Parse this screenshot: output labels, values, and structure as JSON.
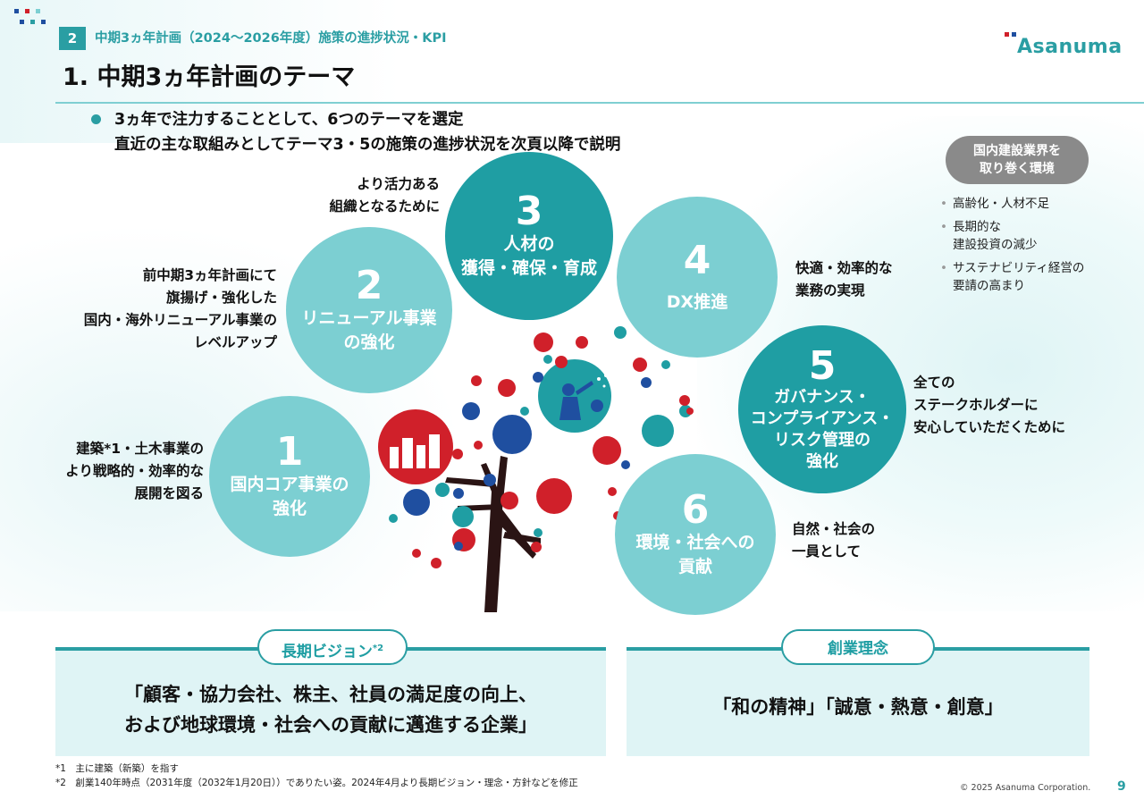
{
  "header": {
    "section_number": "2",
    "section_title": "中期3ヵ年計画（2024～2026年度）施策の進捗状況・KPI",
    "page_title": "1. 中期3ヵ年計画のテーマ",
    "logo_text": "Asanuma"
  },
  "intro": {
    "line1": "3ヵ年で注力することとして、6つのテーマを選定",
    "line2": "直近の主な取組みとしてテーマ3・5の施策の進捗状況を次頁以降で説明"
  },
  "environment": {
    "badge_line1": "国内建設業界を",
    "badge_line2": "取り巻く環境",
    "items": [
      {
        "bullet": "•",
        "line1": "高齢化・人材不足",
        "line2": ""
      },
      {
        "bullet": "•",
        "line1": "長期的な",
        "line2": "建設投資の減少"
      },
      {
        "bullet": "•",
        "line1": "サステナビリティ経営の",
        "line2": "要請の高まり"
      }
    ]
  },
  "themes": [
    {
      "number": "1",
      "line1": "国内コア事業の",
      "line2": "強化",
      "line3": "",
      "note": [
        "建築*1・土木事業の",
        "より戦略的・効率的な",
        "展開を図る"
      ]
    },
    {
      "number": "2",
      "line1": "リニューアル事業",
      "line2": "の強化",
      "line3": "",
      "note": [
        "前中期3ヵ年計画にて",
        "旗揚げ・強化した",
        "国内・海外リニューアル事業の",
        "レベルアップ"
      ]
    },
    {
      "number": "3",
      "line1": "人材の",
      "line2": "獲得・確保・育成",
      "line3": "",
      "note": [
        "より活力ある",
        "組織となるために"
      ]
    },
    {
      "number": "4",
      "line1": "DX推進",
      "line2": "",
      "line3": "",
      "note": [
        "快適・効率的な",
        "業務の実現"
      ]
    },
    {
      "number": "5",
      "line1": "ガバナンス・",
      "line2": "コンプライアンス・",
      "line3": "リスク管理の",
      "line4": "強化",
      "note": [
        "全ての",
        "ステークホルダーに",
        "安心していただくために"
      ]
    },
    {
      "number": "6",
      "line1": "環境・社会への",
      "line2": "貢献",
      "line3": "",
      "note": [
        "自然・社会の",
        "一員として"
      ]
    }
  ],
  "vision": {
    "label": "長期ビジョン",
    "label_sup": "*2",
    "line1": "「顧客・協力会社、株主、社員の満足度の向上、",
    "line2": "および地球環境・社会への貢献に邁進する企業」"
  },
  "philosophy": {
    "label": "創業理念",
    "text": "「和の精神」「誠意・熱意・創意」"
  },
  "footnotes": {
    "note1": "*1　主に建築（新築）を指す",
    "note2": "*2　創業140年時点（2031年度（2032年1月20日））でありたい姿。2024年4月より長期ビジョン・理念・方針などを修正"
  },
  "footer": {
    "copyright": "© 2025 Asanuma Corporation.",
    "page_number": "9"
  },
  "colors": {
    "accent": "#2a9ea3",
    "light_circle": "#7ccfd2",
    "dark_circle": "#1f9ea3",
    "tree_red": "#d0202a",
    "tree_blue": "#1f4fa0"
  }
}
